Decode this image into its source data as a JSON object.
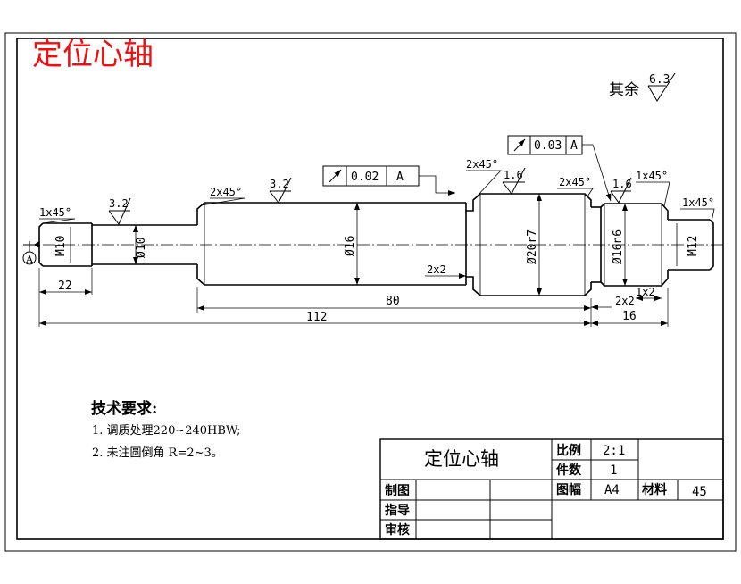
{
  "drawing_title_red": "定位心轴",
  "surface_rest": {
    "prefix": "其余",
    "value": "6.3"
  },
  "roughness": {
    "left": "3.2",
    "mid": "3.2",
    "right_a": "1.6",
    "right_b": "1.6"
  },
  "chamfers": {
    "left_end": "1x45°",
    "shoulder_left": "2x45°",
    "collar_left": "2x45°",
    "collar_right": "2x45°",
    "pin_right": "1x45°",
    "thread_right": "1x45°"
  },
  "diameters": {
    "thread_left": "M10",
    "neck": "Ø10",
    "main": "Ø16",
    "collar": "Ø20r7",
    "pin": "Ø16n6",
    "thread_right": "M12"
  },
  "grooves": {
    "left": "2x2",
    "right": "2x2",
    "right_small": "1x2"
  },
  "lengths": {
    "thread": "22",
    "main": "80",
    "total": "112",
    "right": "16"
  },
  "datum": "A",
  "tolerance_frames": [
    {
      "value": "0.02",
      "datum": "A"
    },
    {
      "value": "0.03",
      "datum": "A"
    }
  ],
  "notes": {
    "heading": "技术要求:",
    "items": [
      "1. 调质处理220~240HBW;",
      "2. 未注圆倒角 R=2~3。"
    ]
  },
  "title_block": {
    "name": "定位心轴",
    "scale_label": "比例",
    "scale_value": "2:1",
    "count_label": "件数",
    "count_value": "1",
    "sheet_label": "图幅",
    "sheet_value": "A4",
    "material_label": "材料",
    "material_value": "45",
    "drawn_label": "制图",
    "guide_label": "指导",
    "review_label": "审核"
  }
}
